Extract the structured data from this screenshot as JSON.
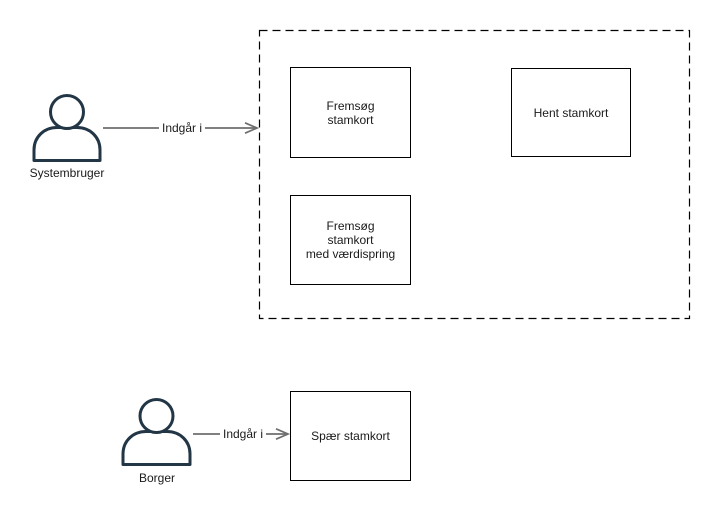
{
  "diagram": {
    "type": "use-case-diagram",
    "colors": {
      "background": "#ffffff",
      "actor_stroke": "#233646",
      "box_border": "#000000",
      "boundary_border": "#000000",
      "arrow": "#6e6e6e",
      "text": "#1a1a1a"
    },
    "actors": [
      {
        "id": "systembruger",
        "label": "Systembruger"
      },
      {
        "id": "borger",
        "label": "Borger"
      }
    ],
    "use_cases": [
      {
        "id": "fremsog-stamkort",
        "label": "Fremsøg\nstamkort"
      },
      {
        "id": "hent-stamkort",
        "label": "Hent stamkort"
      },
      {
        "id": "fremsog-stamkort-med-vaerdispring",
        "label": "Fremsøg\nstamkort\nmed værdispring"
      },
      {
        "id": "spaer-stamkort",
        "label": "Spær stamkort"
      }
    ],
    "connections": [
      {
        "from": "Systembruger",
        "to": "system-boundary",
        "label": "Indgår i"
      },
      {
        "from": "Borger",
        "to": "Spær stamkort",
        "label": "Indgår i"
      }
    ]
  }
}
